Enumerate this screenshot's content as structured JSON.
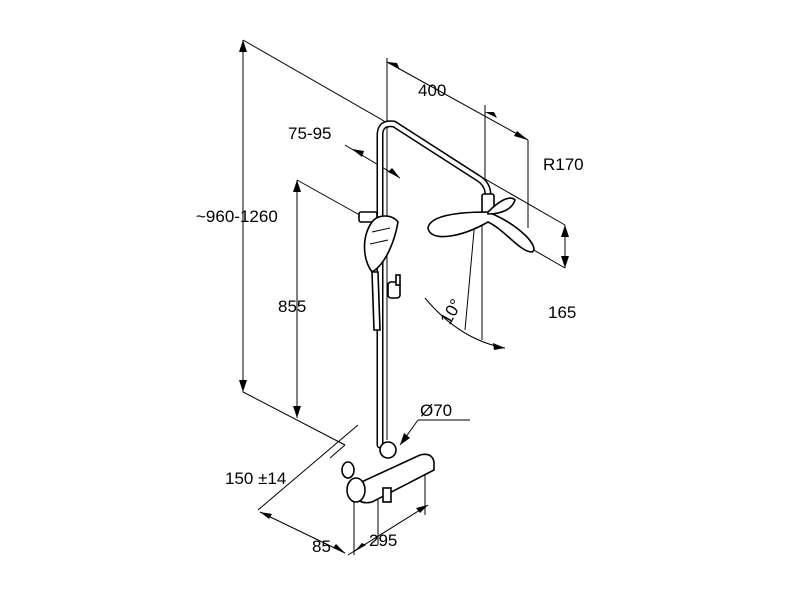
{
  "dimensions": {
    "total_height": "~960-1260",
    "head_arm": "400",
    "head_radius": "R170",
    "hand_arm": "75-95",
    "hand_height": "855",
    "head_depth": "165",
    "spray_angle": "10°",
    "tube_diameter": "Ø70",
    "centers": "150 ±14",
    "depth_a": "85",
    "depth_b": "295"
  }
}
